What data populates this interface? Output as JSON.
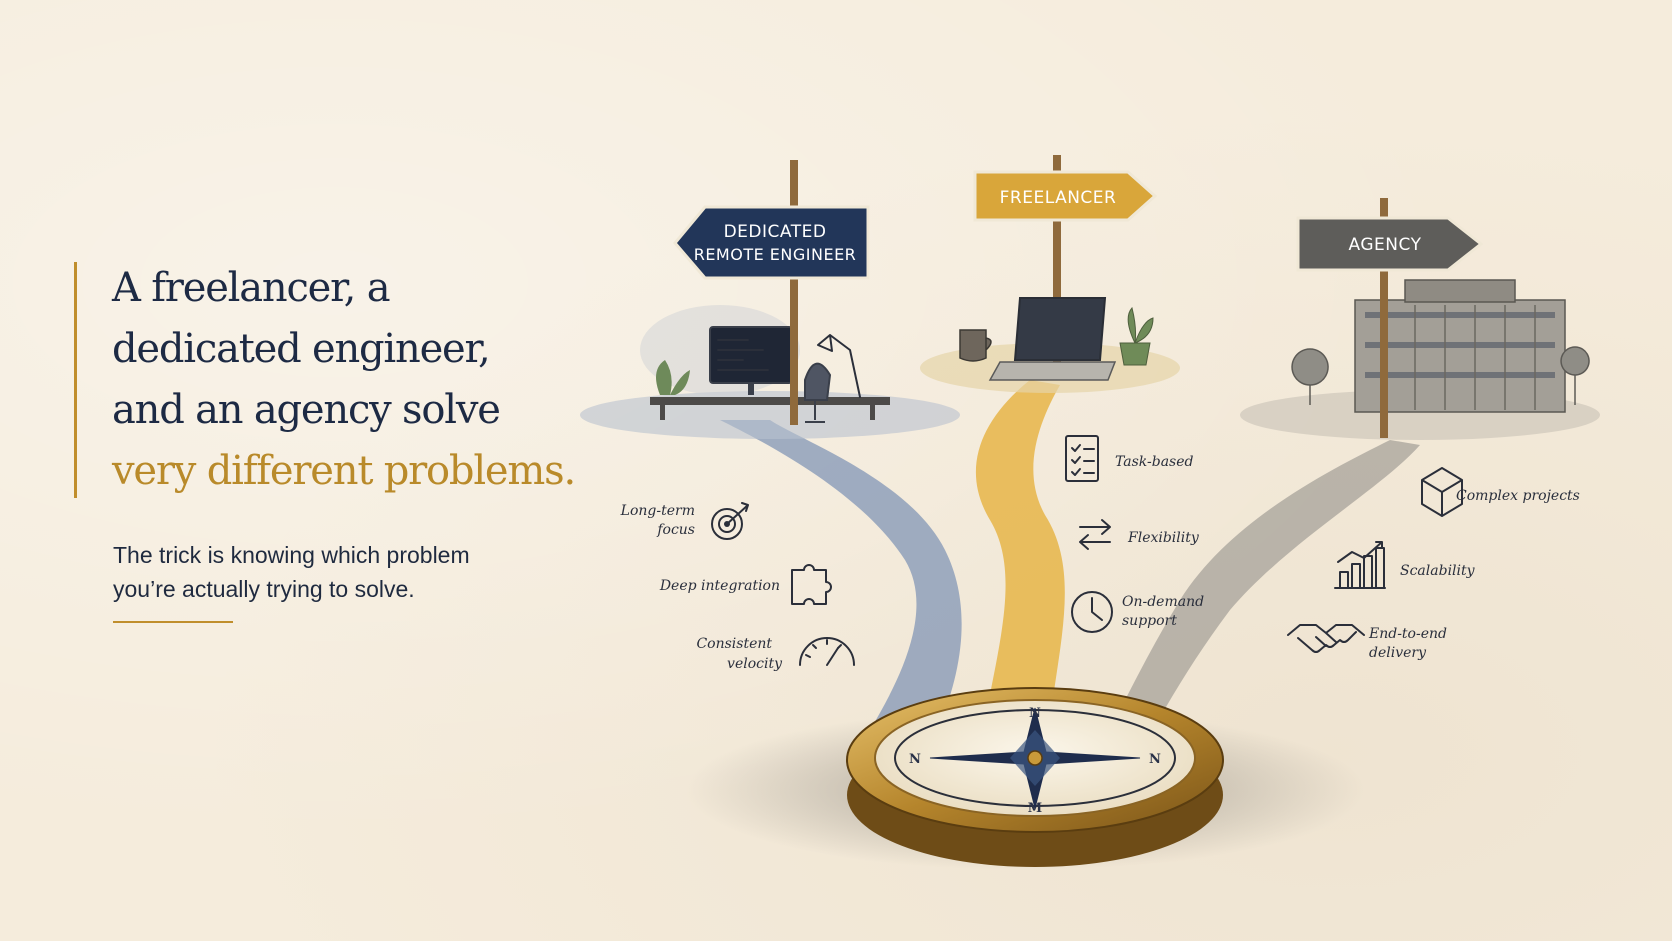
{
  "headline": {
    "line1": "A freelancer, a",
    "line2": "dedicated engineer,",
    "line3": "and an agency solve",
    "line4_highlight": "very different problems."
  },
  "subtext": {
    "line1": "The trick is knowing which problem",
    "line2": "you’re actually trying to solve."
  },
  "signs": {
    "dedicated": {
      "line1": "DEDICATED",
      "line2": "REMOTE ENGINEER",
      "color": "#223659"
    },
    "freelancer": {
      "label": "FREELANCER",
      "color": "#d9a63a"
    },
    "agency": {
      "label": "AGENCY",
      "color": "#5e5d5a"
    }
  },
  "dedicated_notes": {
    "long_term": {
      "line1": "Long-term",
      "line2": "focus",
      "icon": "target-icon"
    },
    "deep_integration": {
      "label": "Deep integration",
      "icon": "puzzle-icon"
    },
    "velocity": {
      "line1": "Consistent",
      "line2": "velocity",
      "icon": "gauge-icon"
    }
  },
  "freelancer_notes": {
    "task_based": {
      "label": "Task-based",
      "icon": "checklist-icon"
    },
    "flexibility": {
      "label": "Flexibility",
      "icon": "swap-arrows-icon"
    },
    "on_demand": {
      "line1": "On-demand",
      "line2": "support",
      "icon": "clock-icon"
    }
  },
  "agency_notes": {
    "complex": {
      "label": "Complex projects",
      "icon": "cube-icon"
    },
    "scalability": {
      "label": "Scalability",
      "icon": "growth-chart-icon"
    },
    "end_to_end": {
      "line1": "End-to-end",
      "line2": "delivery",
      "icon": "handshake-icon"
    }
  },
  "compass": {
    "north": "N",
    "south": "M",
    "east": "N",
    "west": "N"
  },
  "colors": {
    "navy": "#1d2a44",
    "gold": "#c08e2c",
    "paper": "#f5ecdc",
    "blue_path": "#8094b4",
    "gold_path": "#e6b548",
    "gray_path": "#aba69d"
  }
}
